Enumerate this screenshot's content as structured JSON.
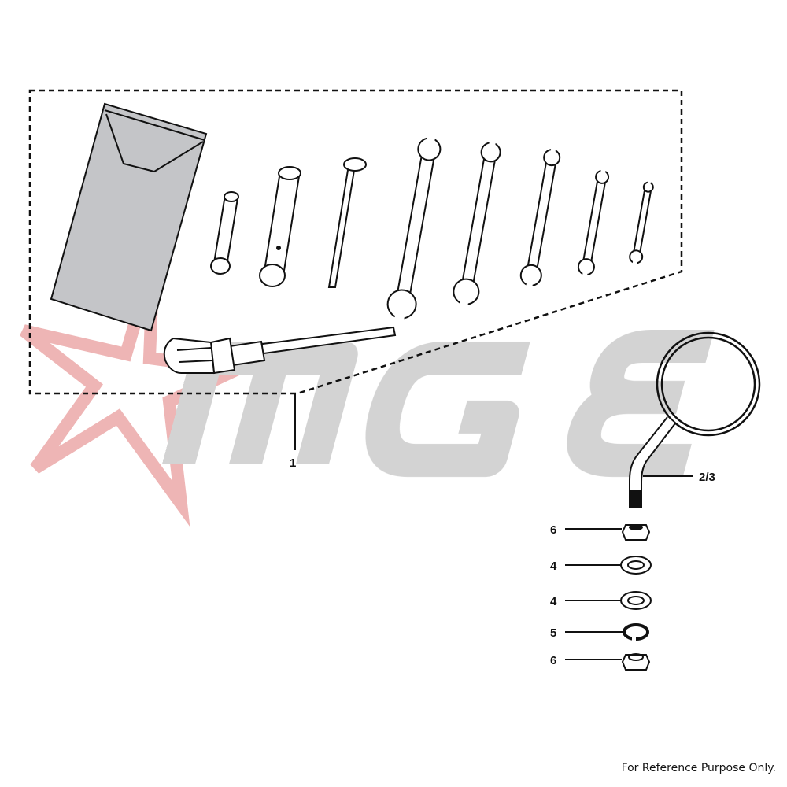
{
  "watermark": {
    "text": "MGE",
    "star_color": "#e8a0a0",
    "text_color": "#c8c8c8"
  },
  "callouts": {
    "tool_kit": "1",
    "mirror": "2/3",
    "nut_upper": "6",
    "washer_upper": "4",
    "washer_lower": "4",
    "spring_washer": "5",
    "nut_lower": "6"
  },
  "footer": "For Reference Purpose Only.",
  "colors": {
    "pouch_fill": "#c4c5c8",
    "line": "#111111"
  }
}
